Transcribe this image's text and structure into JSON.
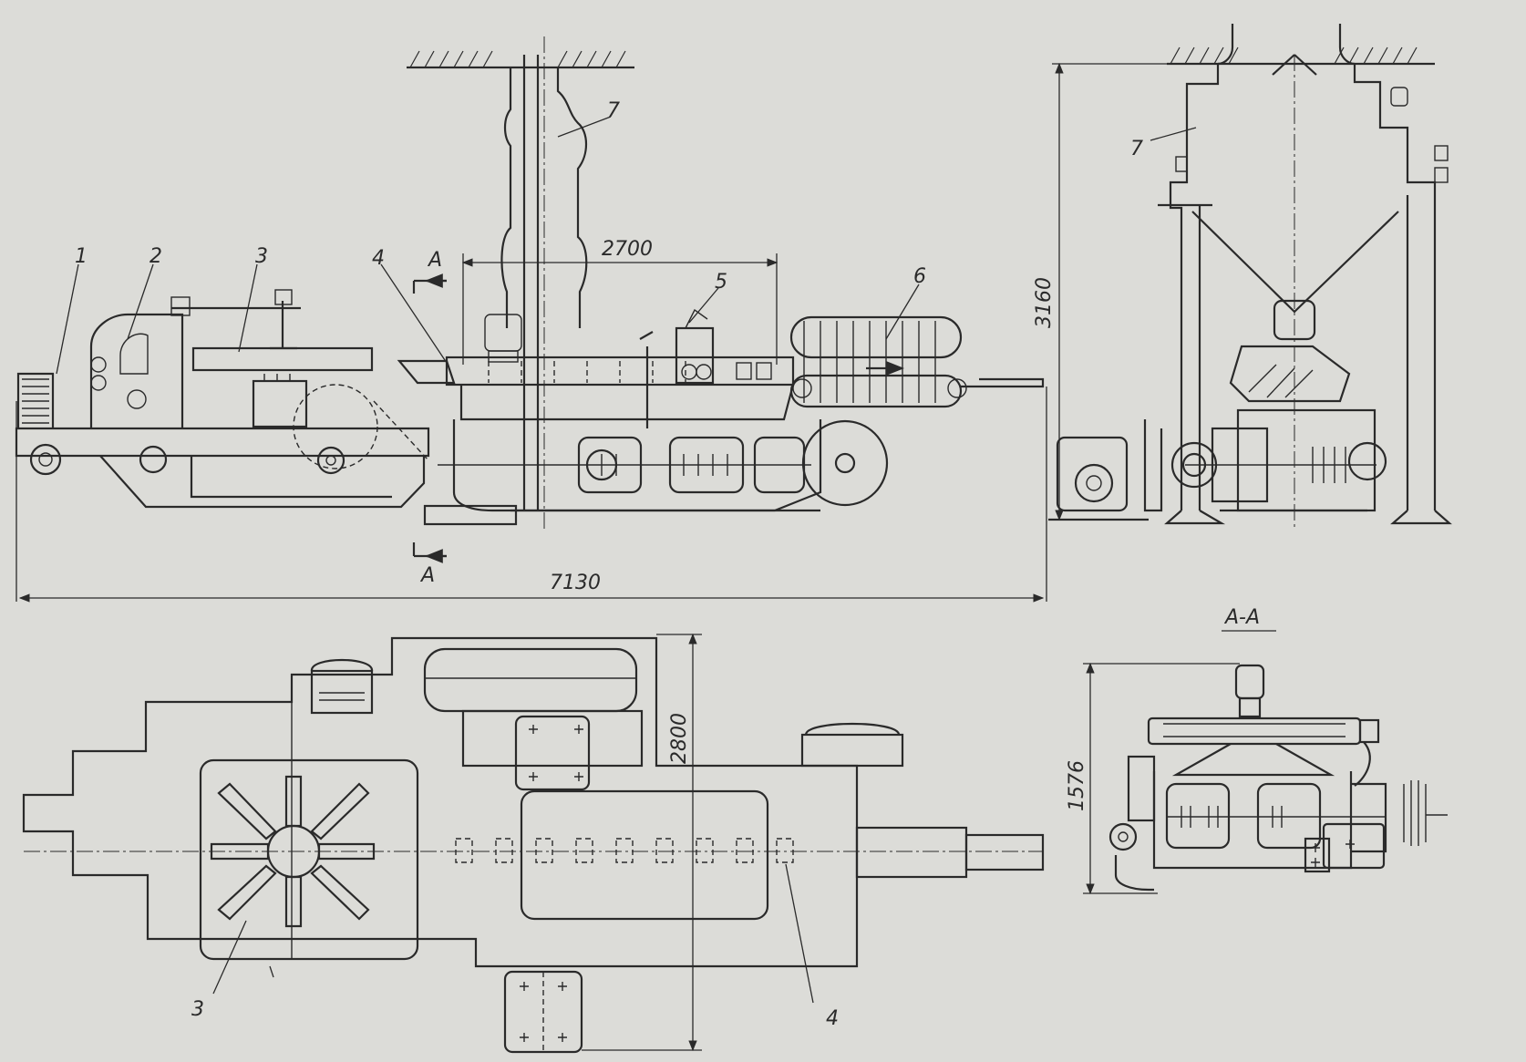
{
  "callouts": {
    "n1": "1",
    "n2": "2",
    "n3_top": "3",
    "n4_top": "4",
    "n5": "5",
    "n6": "6",
    "n7_side": "7",
    "n7_end": "7",
    "n3_plan": "3",
    "n4_plan": "4"
  },
  "dimensions": {
    "d2700": "2700",
    "d7130": "7130",
    "d3160": "3160",
    "d2800": "2800",
    "d1576": "1576"
  },
  "section": {
    "cut_top": "A",
    "cut_bottom": "A",
    "title": "A-A"
  }
}
